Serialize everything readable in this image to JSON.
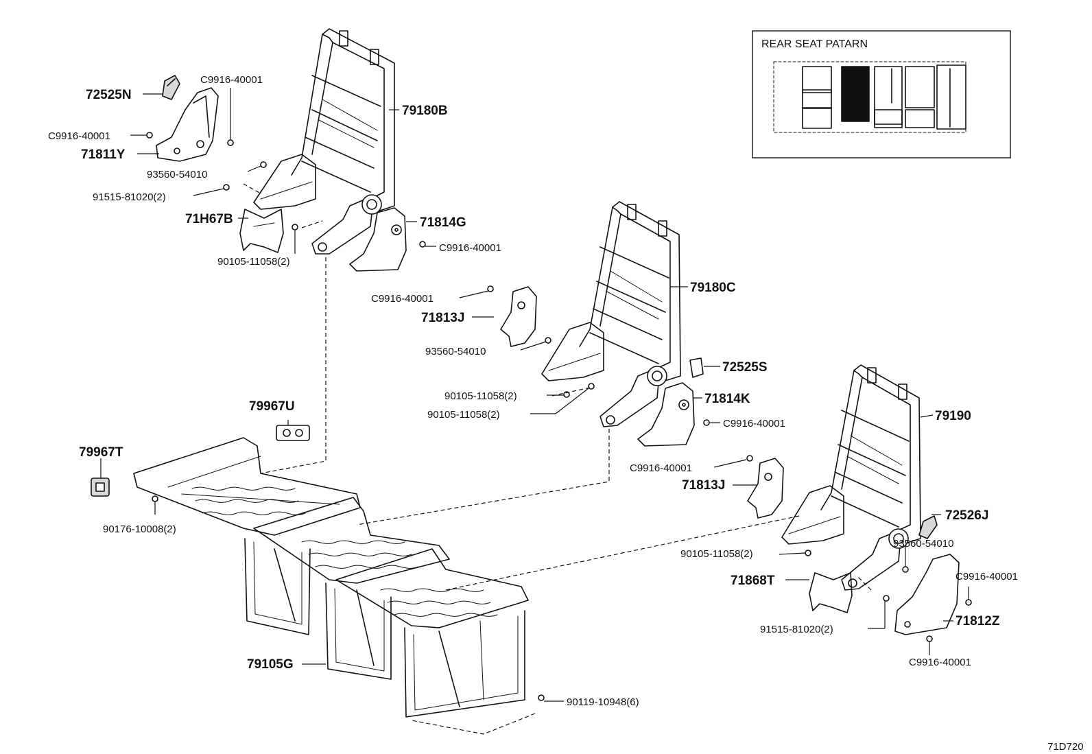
{
  "pattern_box": {
    "title": "REAR SEAT PATARN"
  },
  "labels": {
    "p72525N": "72525N",
    "p71811Y": "71811Y",
    "c_71811Y_a": "C9916-40001",
    "c_71811Y_b": "C9916-40001",
    "p93560_a": "93560-54010",
    "p91515_a": "91515-81020(2)",
    "p71H67B": "71H67B",
    "p90105_a": "90105-11058(2)",
    "p79180B": "79180B",
    "p71814G": "71814G",
    "c_71814G": "C9916-40001",
    "c_71813J_a": "C9916-40001",
    "p71813J_a": "71813J",
    "p93560_b": "93560-54010",
    "p79180C": "79180C",
    "p72525S": "72525S",
    "p71814K": "71814K",
    "c_71814K": "C9916-40001",
    "p90105_b": "90105-11058(2)",
    "p90105_c": "90105-11058(2)",
    "p79967U": "79967U",
    "p79967T": "79967T",
    "p90176": "90176-10008(2)",
    "p79190": "79190",
    "c_71813J_b": "C9916-40001",
    "p71813J_b": "71813J",
    "p72526J": "72526J",
    "p93560_c": "93560-54010",
    "p90105_d": "90105-11058(2)",
    "p71868T": "71868T",
    "c_71812Z_a": "C9916-40001",
    "p71812Z": "71812Z",
    "p91515_b": "91515-81020(2)",
    "c_71812Z_b": "C9916-40001",
    "p79105G": "79105G",
    "p90119": "90119-10948(6)",
    "ref_code": "71D720"
  }
}
